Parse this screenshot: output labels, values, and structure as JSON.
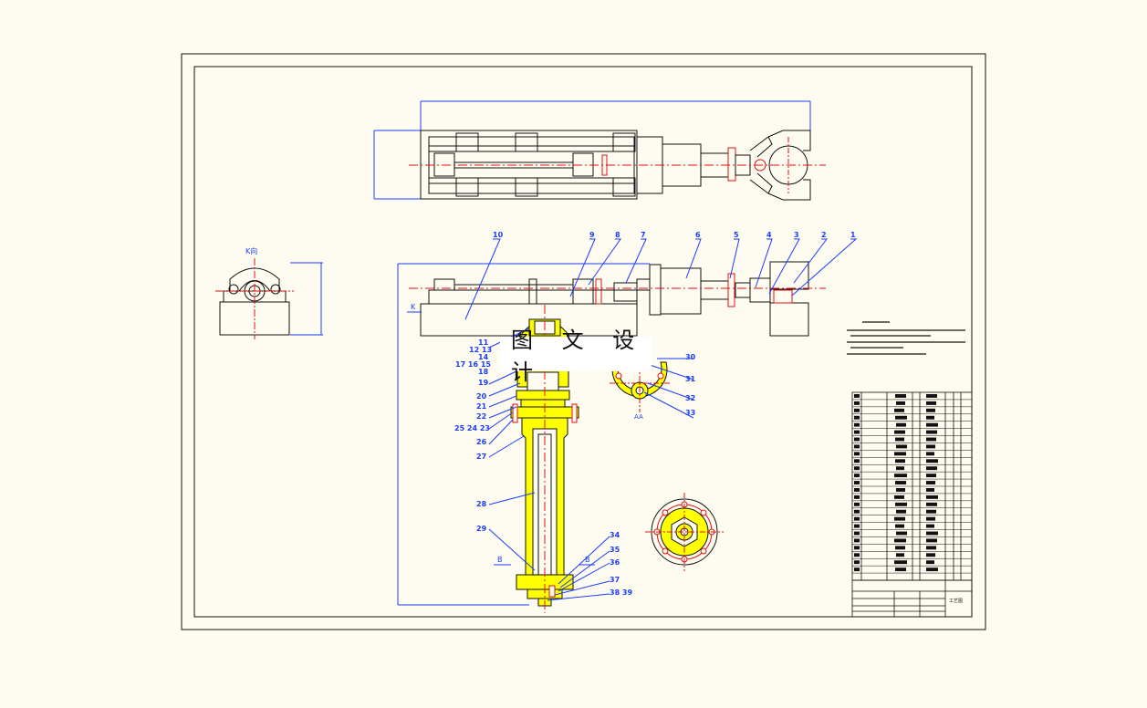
{
  "watermark": "图 文 设 计",
  "view_labels": {
    "k_view": "K向",
    "k_marker": "K",
    "b_marker": "B",
    "b_marker2": "B",
    "aa_marker": "AA"
  },
  "balloons_upper": [
    "10",
    "9",
    "8",
    "7",
    "6",
    "5",
    "4",
    "3",
    "2",
    "1"
  ],
  "balloons_left": [
    "11",
    "12 13",
    "14",
    "17 16 15",
    "18",
    "19",
    "20",
    "21",
    "22",
    "25 24 23",
    "26",
    "27",
    "28",
    "29"
  ],
  "balloons_right": [
    "30",
    "31",
    "32",
    "33"
  ],
  "balloons_bottom": [
    "34",
    "35",
    "36",
    "37",
    "38 39"
  ],
  "title_block": {
    "title": "工艺图"
  },
  "colors": {
    "paper": "#fefcf0",
    "line": "#111111",
    "blue": "#1a3cff",
    "red": "#e01010",
    "yellow": "#ffff00"
  }
}
